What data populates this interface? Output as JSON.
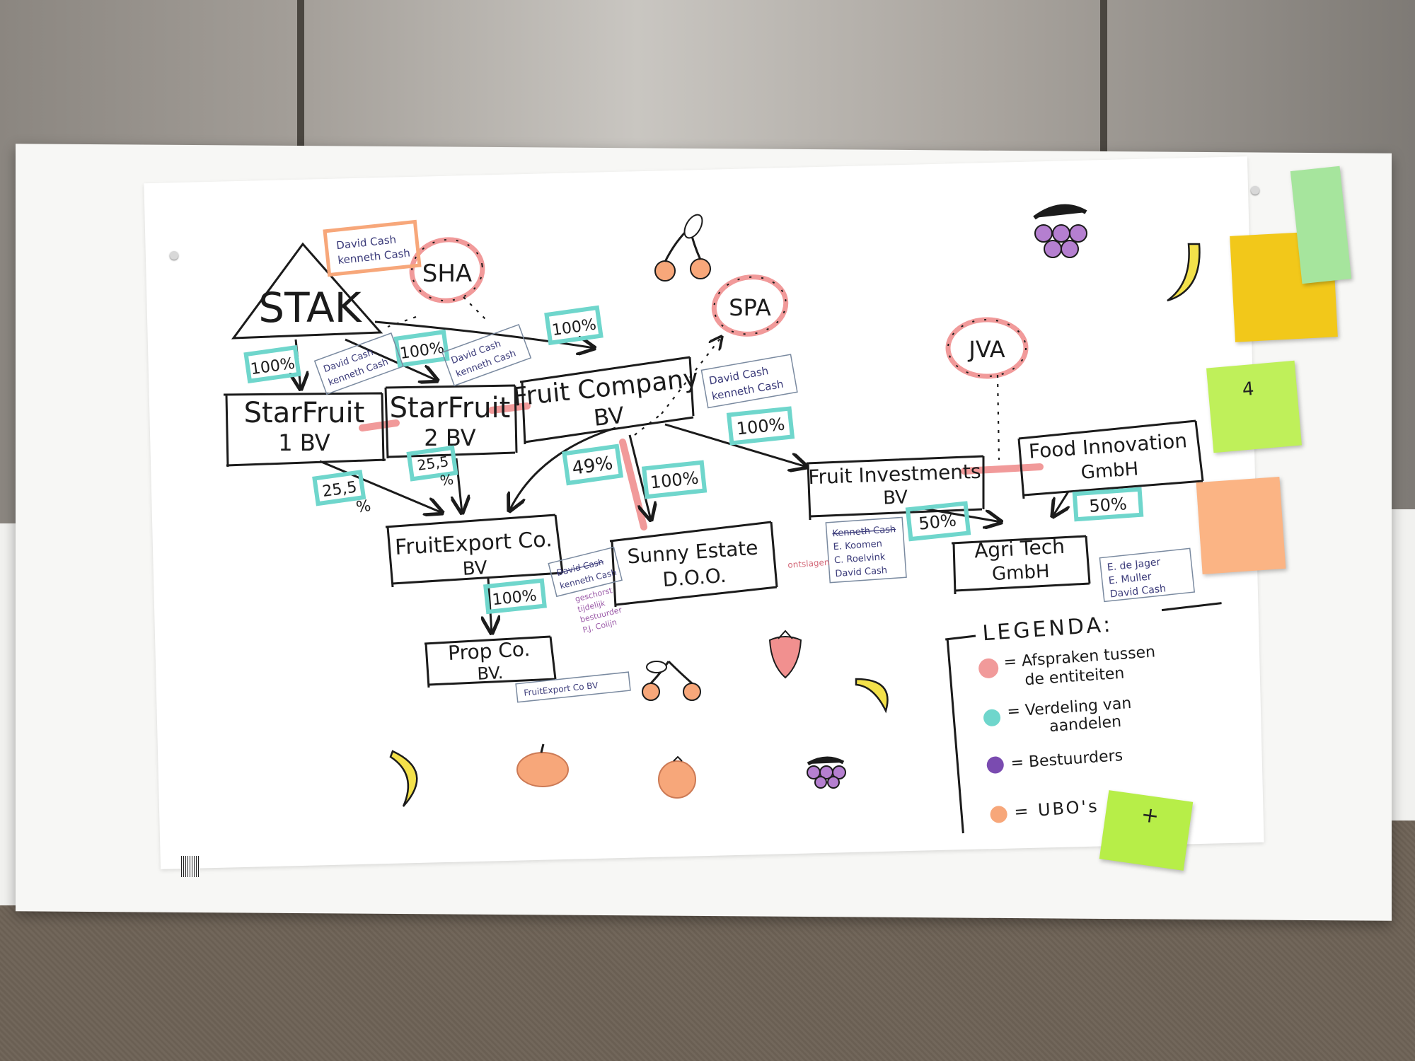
{
  "entities": {
    "stak": "STAK",
    "sha": "SHA",
    "spa": "SPA",
    "jva": "JVA",
    "starfruit1_l1": "StarFruit",
    "starfruit1_l2": "1 BV",
    "starfruit2_l1": "StarFruit",
    "starfruit2_l2": "2 BV",
    "fruitcompany_l1": "Fruit Company",
    "fruitcompany_l2": "BV",
    "fruitexport_l1": "FruitExport Co.",
    "fruitexport_l2": "BV",
    "sunny_l1": "Sunny Estate",
    "sunny_l2": "D.O.O.",
    "fruitinv_l1": "Fruit Investments",
    "fruitinv_l2": "BV",
    "foodinno_l1": "Food Innovation",
    "foodinno_l2": "GmbH",
    "agritech_l1": "Agri Tech",
    "agritech_l2": "GmbH",
    "propco_l1": "Prop Co.",
    "propco_l2": "BV."
  },
  "shares": {
    "stak_sf1": "100%",
    "stak_sf2": "100%",
    "stak_fc": "100%",
    "sf1_fe_l1": "25,5",
    "sf1_fe_l2": "%",
    "sf2_fe_l1": "25,5",
    "sf2_fe_l2": "%",
    "fc_fe": "49%",
    "fc_sunny": "100%",
    "fc_fi": "100%",
    "fi_agri": "50%",
    "food_agri": "50%",
    "fe_prop": "100%"
  },
  "notes": {
    "stak_ubo_1": "David Cash",
    "stak_ubo_2": "kenneth Cash",
    "sf1_dir_1": "David Cash",
    "sf1_dir_2": "kenneth Cash",
    "sf2_dir_1": "David Cash",
    "sf2_dir_2": "kenneth Cash",
    "fc_dir_1": "David Cash",
    "fc_dir_2": "kenneth Cash",
    "fe_dir_1": "David Cash",
    "fe_dir_2": "kenneth Cash",
    "fe_note_1": "geschorst",
    "fe_note_2": "tijdelijk",
    "fe_note_3": "bestuurder",
    "fe_note_4": "P.J. Colijn",
    "fi_dir_1": "Kenneth Cash",
    "fi_dir_2": "E. Koomen",
    "fi_dir_3": "C. Roelvink",
    "fi_dir_4": "David Cash",
    "fi_side": "ontslagen",
    "agri_dir_1": "E. de Jager",
    "agri_dir_2": "E. Muller",
    "agri_dir_3": "David Cash",
    "prop_dir": "FruitExport Co BV"
  },
  "legend": {
    "title": "LEGENDA:",
    "item1_l1": "= Afspraken tussen",
    "item1_l2": "de entiteiten",
    "item2_l1": "= Verdeling van",
    "item2_l2": "aandelen",
    "item3": "= Bestuurders",
    "item4": "= UBO's"
  },
  "stickies": {
    "lime_top": "4",
    "lime_bottom": "+"
  },
  "colors": {
    "agreements": "#f19a9a",
    "shares": "#6fd6cc",
    "directors": "#7a4bb0",
    "ubo": "#f7a77a"
  },
  "icons": [
    "cherry-icon",
    "grape-icon",
    "banana-icon",
    "strawberry-icon",
    "apple-icon",
    "orange-icon"
  ]
}
